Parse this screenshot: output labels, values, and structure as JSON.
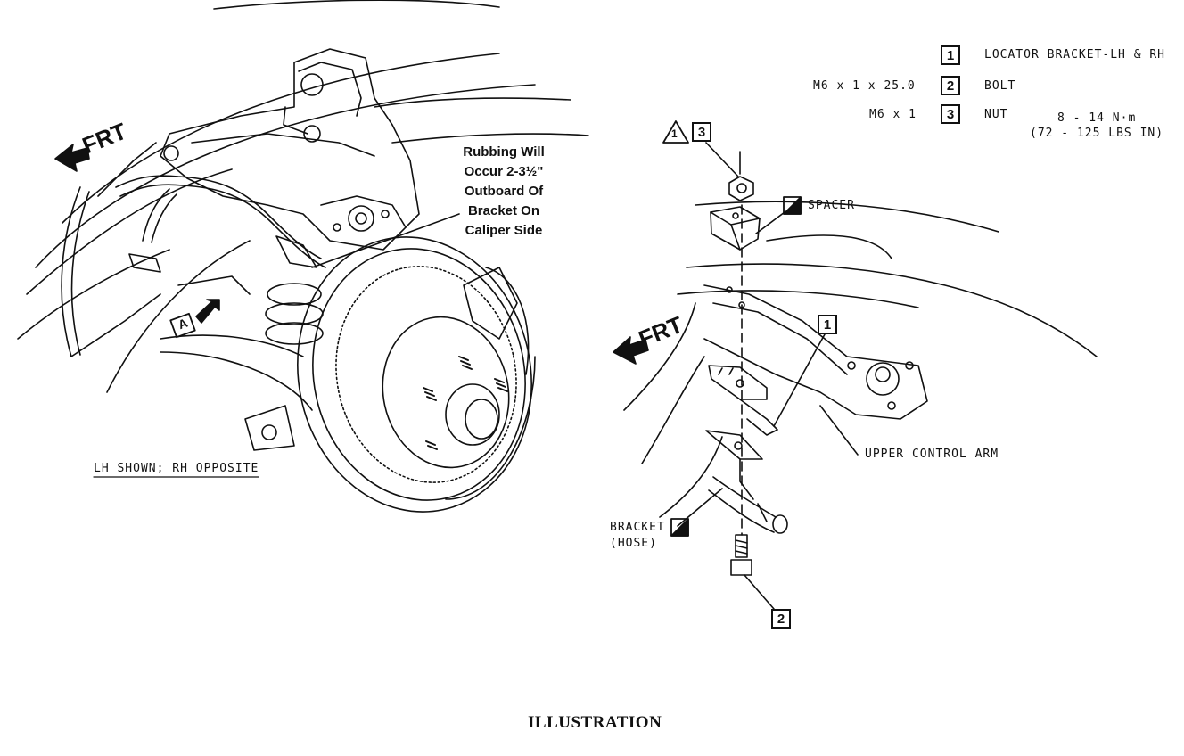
{
  "caption": "ILLUSTRATION",
  "left_view": {
    "frt_label": "FRT",
    "view_marker": "A",
    "note_lines": [
      "Rubbing Will",
      "Occur 2-3½\"",
      "Outboard Of",
      "Bracket On",
      "Caliper Side"
    ],
    "shown_label": "LH SHOWN; RH OPPOSITE"
  },
  "right_view": {
    "frt_label": "FRT",
    "spacer_label": "SPACER",
    "upper_control_arm_label": "UPPER CONTROL ARM",
    "bracket_label_line1": "BRACKET",
    "bracket_label_line2": "(HOSE)",
    "warning_symbol": "1",
    "callouts": [
      "1",
      "2",
      "3"
    ]
  },
  "legend": [
    {
      "num": "1",
      "spec": "",
      "name": "LOCATOR BRACKET-LH & RH"
    },
    {
      "num": "2",
      "spec": "M6 x 1 x 25.0",
      "name": "BOLT"
    },
    {
      "num": "3",
      "spec": "M6 x 1",
      "name": "NUT"
    }
  ],
  "torque": {
    "line1": "8 - 14 N·m",
    "line2": "(72 - 125 LBS IN)"
  },
  "colors": {
    "ink": "#111111",
    "paper": "#ffffff"
  }
}
